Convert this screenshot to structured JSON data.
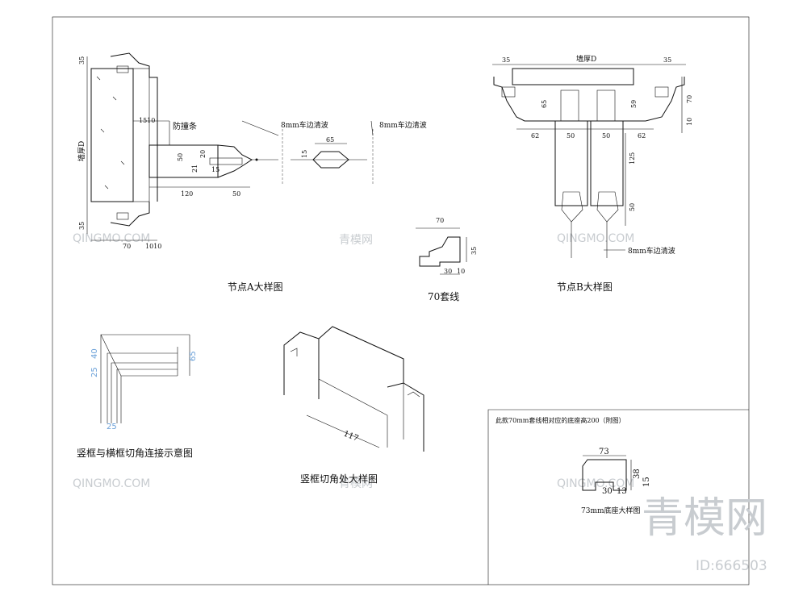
{
  "nodeA": {
    "caption": "节点A大样图",
    "label_wall": "墙厚D",
    "label_strip": "防撞条",
    "label_wave1": "8mm车边清波",
    "label_wave2": "8mm车边清波",
    "dims": {
      "d35a": "35",
      "d35b": "35",
      "d1510": "1510",
      "d50v": "50",
      "d21": "21",
      "d20": "20",
      "d15": "15",
      "d120": "120",
      "d50h": "50",
      "d70": "70",
      "d1010": "1010",
      "d65": "65",
      "d15b": "15"
    }
  },
  "trim70": {
    "caption": "70套线",
    "dims": {
      "d70": "70",
      "d35": "35",
      "d30": "30",
      "d10": "10"
    }
  },
  "nodeB": {
    "caption": "节点B大样图",
    "label_wall": "墙厚D",
    "label_wave": "8mm车边清波",
    "dims": {
      "d35l": "35",
      "d35r": "35",
      "d65": "65",
      "d59": "59",
      "d70": "70",
      "d10": "10",
      "d62l": "62",
      "d50a": "50",
      "d50b": "50",
      "d62r": "62",
      "d125": "125",
      "d50c": "50"
    }
  },
  "cornerJoint": {
    "caption": "竖框与横框切角连接示意图",
    "dims": {
      "d40": "40",
      "d25a": "25",
      "d65": "65",
      "d25b": "25"
    }
  },
  "cornerCut": {
    "caption": "竖框切角处大样图",
    "dims": {
      "d117": "117"
    }
  },
  "base73": {
    "note": "此款70mm套线相对应的底座高200（附图）",
    "caption": "73mm底座大样图",
    "dims": {
      "d73": "73",
      "d38": "38",
      "d15": "15",
      "d30": "30",
      "d13": "13"
    }
  },
  "watermark": {
    "site_cn": "青模网",
    "site_en": "QINGMO.COM",
    "id_text": "ID:666503"
  }
}
